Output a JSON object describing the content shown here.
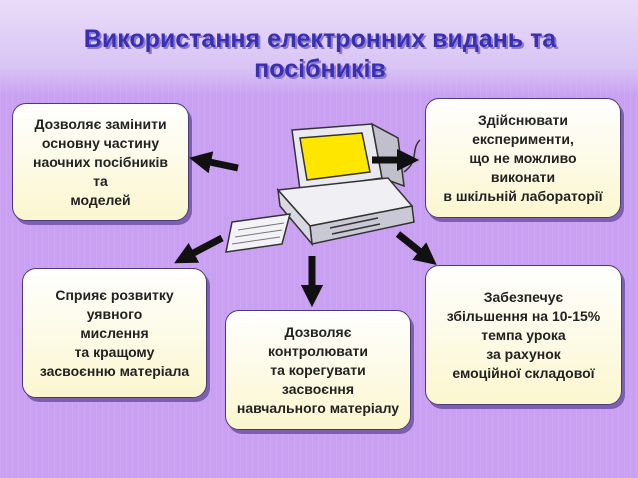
{
  "title": "Використання електронних видань та посібників",
  "boxes": {
    "replace_aids": "Дозволяє замінити\nосновну частину\nнаочних посібників\nта\nмоделей",
    "experiments": "Здійснювати\nексперименти,\nщо не можливо\nвиконати\nв шкільній лабораторії",
    "imagination": "Сприяє розвитку\nуявного\nмислення\nта кращому\nзасвоєнню матеріала",
    "control": "Дозволяє\nконтролювати\nта корегувати\nзасвоєння\nнавчального матеріалу",
    "tempo": "Забезпечує\nзбільшення на 10-15%\nтемпа урока\nза рахунок\nемоційної складової"
  },
  "icons": {
    "center": "computer-icon"
  },
  "colors": {
    "background": "#c9a0f2",
    "title": "#3a2fb0",
    "box_fill": "#fbf6cf",
    "arrow": "#111111",
    "screen": "#ffe600"
  }
}
